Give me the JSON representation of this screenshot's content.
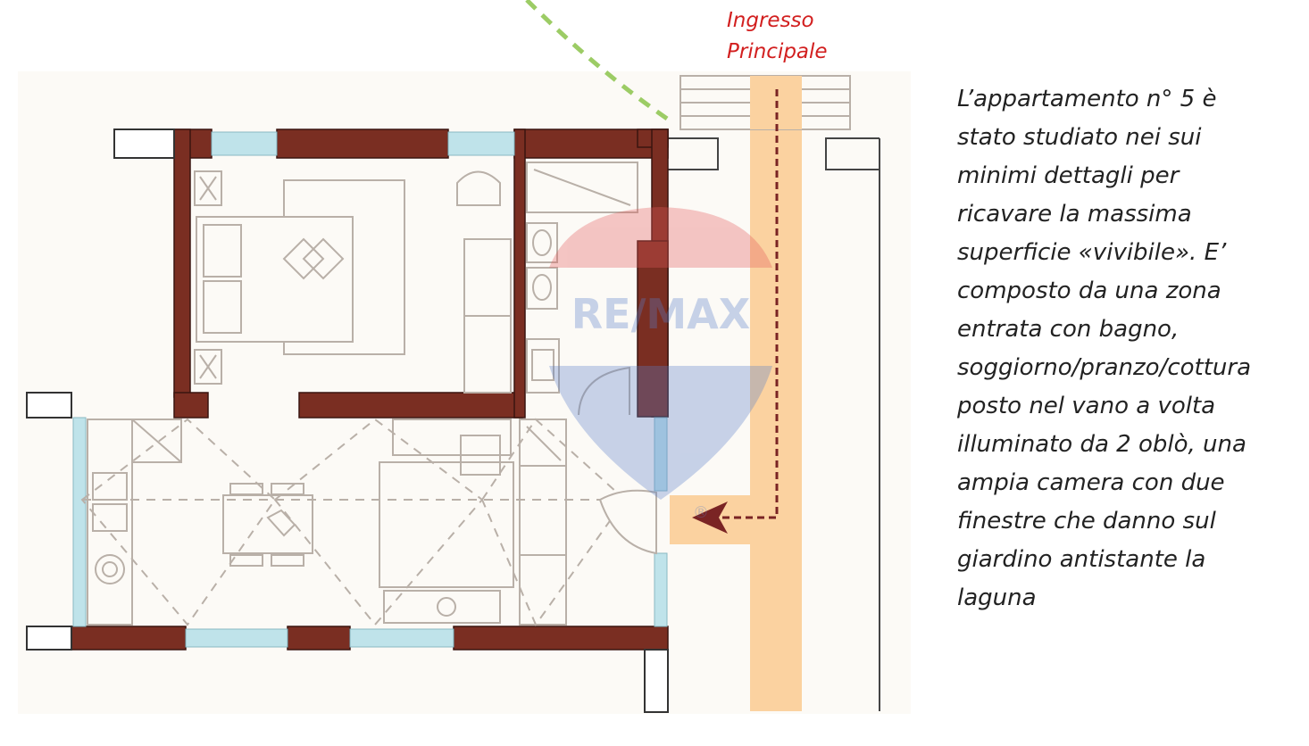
{
  "entrance_label": [
    "Ingresso",
    "Principale"
  ],
  "watermark": {
    "brand": "RE/MAX",
    "registered": "®"
  },
  "description_lines": [
    "L’appartamento n° 5 è",
    "stato studiato nei sui",
    "minimi dettagli per",
    "ricavare la massima",
    "superficie «vivibile». E’",
    "composto da una zona",
    "entrata con bagno,",
    "soggiorno/pranzo/cottura",
    "posto nel vano a volta",
    "illuminato da 2 oblò, una",
    "ampia camera con due",
    "finestre che danno sul",
    "giardino antistante la",
    "laguna"
  ],
  "colors": {
    "wall": "#7a2e22",
    "window": "#bfe3ea",
    "corridor": "#fbd2a0",
    "path_arrow": "#7a2424",
    "garden_arc": "#9ccc65",
    "entrance_text": "#d21f1f",
    "furniture": "#b9b0a8"
  }
}
